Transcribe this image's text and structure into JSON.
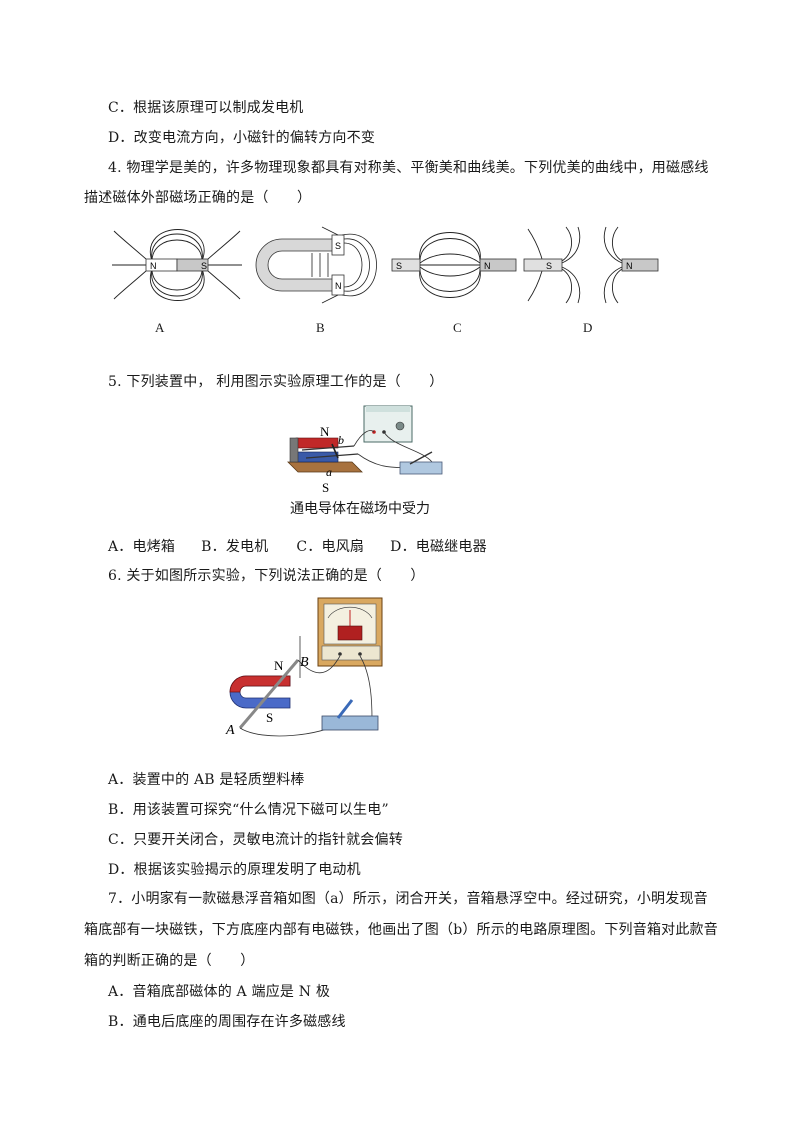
{
  "q3": {
    "opt_c": "C．根据该原理可以制成发电机",
    "opt_d": "D．改变电流方向，小磁针的偏转方向不变"
  },
  "q4": {
    "stem_line1": "4. 物理学是美的，许多物理现象都具有对称美、平衡美和曲线美。下列优美的曲线中，用磁感线",
    "stem_line2": "描述磁体外部磁场正确的是（　　）",
    "labels": [
      "A",
      "B",
      "C",
      "D"
    ],
    "poles": {
      "n": "N",
      "s": "S"
    }
  },
  "q5": {
    "stem": "5. 下列装置中， 利用图示实验原理工作的是（　　）",
    "figure_caption": "通电导体在磁场中受力",
    "fig_n": "N",
    "fig_s": "S",
    "fig_a": "a",
    "fig_b": "b",
    "options": [
      "A．电烤箱",
      "B．发电机",
      "C．电风扇",
      "D．电磁继电器"
    ]
  },
  "q6": {
    "stem": "6. 关于如图所示实验，下列说法正确的是（　　）",
    "fig_n": "N",
    "fig_s": "S",
    "fig_a": "A",
    "fig_b": "B",
    "opt_a": "A．装置中的 AB 是轻质塑料棒",
    "opt_b": "B．用该装置可探究“什么情况下磁可以生电”",
    "opt_c": "C．只要开关闭合，灵敏电流计的指针就会偏转",
    "opt_d": "D．根据该实验揭示的原理发明了电动机"
  },
  "q7": {
    "stem_line1": "7．小明家有一款磁悬浮音箱如图（a）所示，闭合开关，音箱悬浮空中。经过研究，小明发现音",
    "stem_line2": "箱底部有一块磁铁，下方底座内部有电磁铁，他画出了图（b）所示的电路原理图。下列音箱对此款音",
    "stem_line3": "箱的判断正确的是（　　）",
    "opt_a": "A．音箱底部磁体的 A 端应是 N 极",
    "opt_b": "B．通电后底座的周围存在许多磁感线"
  }
}
